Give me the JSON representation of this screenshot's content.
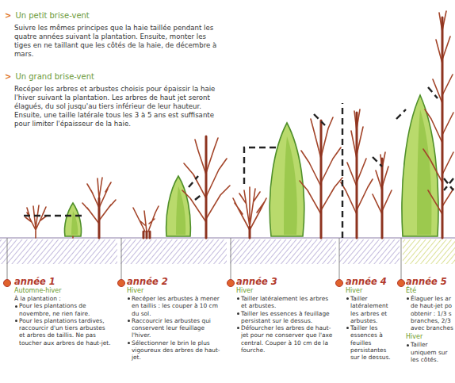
{
  "diagram": {
    "labels": [
      ">",
      "Un petit brise-vent",
      "Suivre les mêmes principes que la haie taillée pendant les quatre années suivant la plantation. Ensuite, monter les tiges en ne taillant que les côtés de la haie, de décembre à mars.",
      ">",
      "Un grand brise-vent",
      "Recéper les arbres et arbustes choisis pour épaissir la haie l'hiver suivant la plantation. Les arbres de haut jet seront élagués, du sol jusqu'au tiers inférieur de leur hauteur. Ensuite, une taille latérale tous les 3 à 5 ans est suffisante pour limiter l'épaisseur de la haie.",
      "année 1",
      "Automne-hiver",
      "À la plantation :",
      "Pour les plantations de novembre, ne rien faire.",
      "Pour les plantations tardives, raccourcir d'un tiers arbustes et arbres de taillis. Ne pas toucher aux arbres de haut-jet.",
      "année 2",
      "Hiver",
      "Recéper les arbustes à mener en taillis : les couper à 10 cm du sol.",
      "Raccourcir les arbustes qui conservent leur feuillage l'hiver.",
      "Sélectionner le brin le plus vigoureux des arbres de haut-jet.",
      "année 3",
      "Hiver",
      "Tailler latéralement les arbres et arbustes.",
      "Tailler les essences à feuillage persistant sur le dessus.",
      "Défourcher les arbres de haut-jet pour ne conserver que l'axe central. Couper à 10 cm de la fourche.",
      "année 4",
      "Hiver",
      "Tailler latéralement les arbres et arbustes.",
      "Tailler les essences à feuilles persistantes sur le dessus.",
      "année 5",
      "Été",
      "Élaguer les ar de haut-jet po obtenir : 1/3 s branches, 2/3 avec branches",
      "Hiver",
      "Tailler uniquem sur les côtés."
    ]
  }
}
